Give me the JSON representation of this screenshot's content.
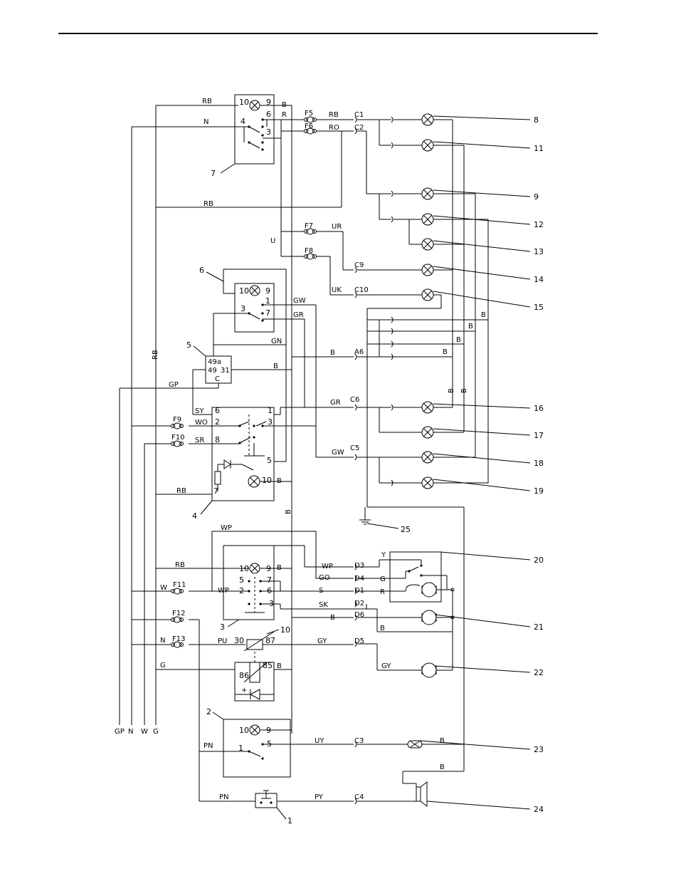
{
  "callouts": [
    {
      "id": "c8",
      "text": "8"
    },
    {
      "id": "c11",
      "text": "11"
    },
    {
      "id": "c9",
      "text": "9"
    },
    {
      "id": "c12",
      "text": "12"
    },
    {
      "id": "c13",
      "text": "13"
    },
    {
      "id": "c14",
      "text": "14"
    },
    {
      "id": "c15",
      "text": "15"
    },
    {
      "id": "c16",
      "text": "16"
    },
    {
      "id": "c17",
      "text": "17"
    },
    {
      "id": "c18",
      "text": "18"
    },
    {
      "id": "c19",
      "text": "19"
    },
    {
      "id": "c20",
      "text": "20"
    },
    {
      "id": "c21",
      "text": "21"
    },
    {
      "id": "c22",
      "text": "22"
    },
    {
      "id": "c23",
      "text": "23"
    },
    {
      "id": "c24",
      "text": "24"
    },
    {
      "id": "c25",
      "text": "25"
    },
    {
      "id": "c7",
      "text": "7"
    },
    {
      "id": "c6",
      "text": "6"
    },
    {
      "id": "c5",
      "text": "5"
    },
    {
      "id": "c4",
      "text": "4"
    },
    {
      "id": "c3",
      "text": "3"
    },
    {
      "id": "c2",
      "text": "2"
    },
    {
      "id": "c10",
      "text": "10"
    },
    {
      "id": "c1",
      "text": "1"
    }
  ],
  "fuses": {
    "F5": "F5",
    "F6": "F6",
    "F7": "F7",
    "F8": "F8",
    "F9": "F9",
    "F10": "F10",
    "F11": "F11",
    "F12": "F12",
    "F13": "F13"
  },
  "connectors": {
    "C1": "C1",
    "C2": "C2",
    "C9": "C9",
    "C10": "C10",
    "A6": "A6",
    "C6": "C6",
    "C5": "C5",
    "D3": "D3",
    "D4": "D4",
    "D1": "D1",
    "D2": "D2",
    "D6": "D6",
    "D5": "D5",
    "C3": "C3",
    "C4": "C4"
  },
  "wires": {
    "RB": "RB",
    "N": "N",
    "B": "B",
    "R": "R",
    "RO": "RO",
    "U": "U",
    "UR": "UR",
    "UK": "UK",
    "GW": "GW",
    "GR": "GR",
    "GN": "GN",
    "GP": "GP",
    "SY": "SY",
    "WO": "WO",
    "SR": "SR",
    "WP": "WP",
    "GO": "GO",
    "G": "G",
    "S": "S",
    "SK": "SK",
    "W": "W",
    "PU": "PU",
    "GY": "GY",
    "Y": "Y",
    "PN": "PN",
    "UY": "UY",
    "PY": "PY"
  },
  "pins": {
    "p1": "1",
    "p2": "2",
    "p3": "3",
    "p4": "4",
    "p5": "5",
    "p6": "6",
    "p7": "7",
    "p8": "8",
    "p9": "9",
    "p10": "10",
    "p30": "30",
    "p85": "85",
    "p86": "86",
    "p87": "87",
    "p49a": "49a",
    "p49": "49",
    "p31": "31",
    "pC": "C",
    "plus": "+"
  },
  "bus_labels": {
    "GP": "GP",
    "N": "N",
    "W": "W",
    "G": "G"
  }
}
